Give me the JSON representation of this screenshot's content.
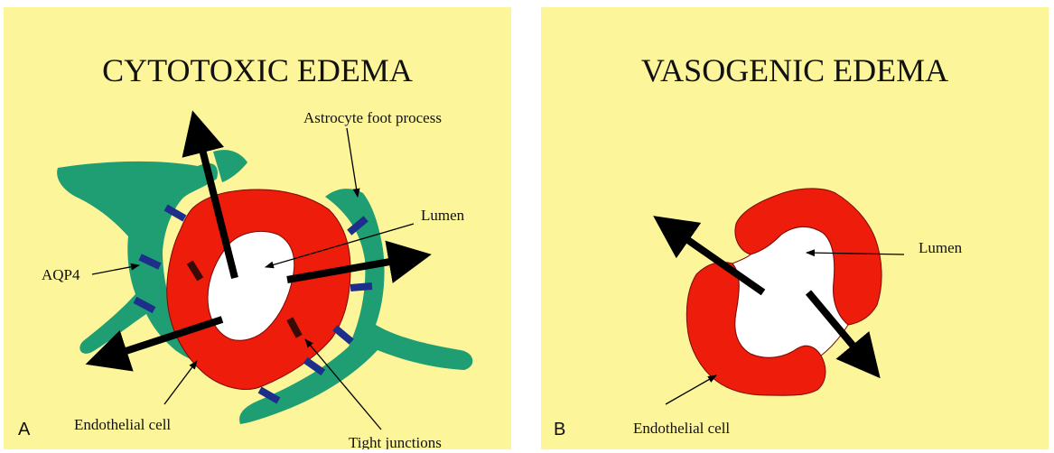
{
  "panel_a": {
    "title": "CYTOTOXIC EDEMA",
    "letter": "A",
    "labels": {
      "astrocyte": "Astrocyte foot process",
      "lumen": "Lumen",
      "aqp4": "AQP4",
      "endothelial": "Endothelial cell",
      "tight": "Tight junctions"
    }
  },
  "panel_b": {
    "title": "VASOGENIC EDEMA",
    "letter": "B",
    "labels": {
      "lumen": "Lumen",
      "endothelial": "Endothelial cell"
    }
  },
  "colors": {
    "background": "#fdf59a",
    "endothelium": "#ee1c0a",
    "astrocyte": "#1f9e74",
    "aqp4": "#1d2f8a",
    "lumen": "#ffffff",
    "arrow": "#000000"
  }
}
